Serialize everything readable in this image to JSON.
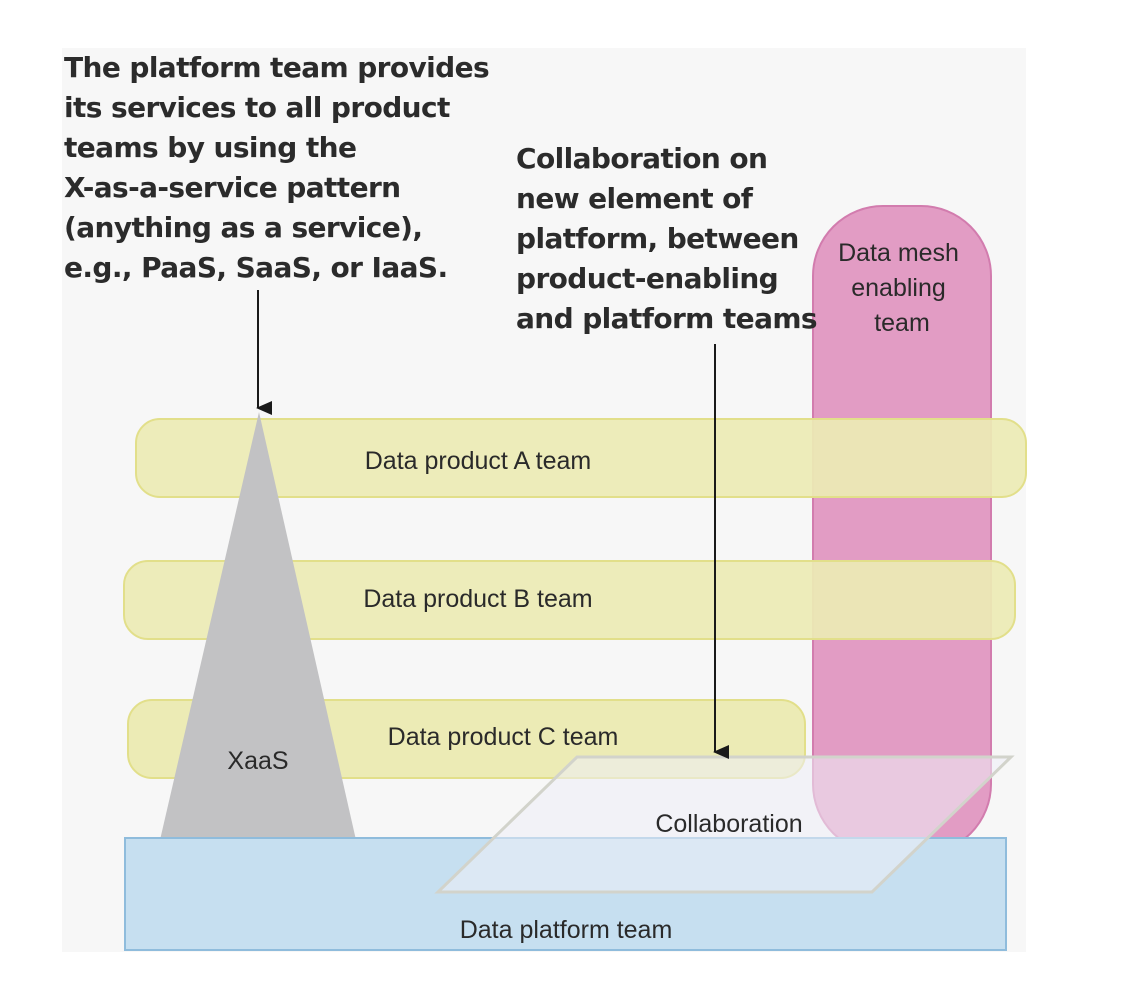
{
  "callouts": {
    "platform_note": [
      "The platform team provides",
      "its services to all product",
      "teams by using the",
      "X-as-a-service pattern",
      "(anything as a service),",
      "e.g., PaaS, SaaS, or IaaS."
    ],
    "collaboration_note": [
      "Collaboration on",
      "new element of",
      "platform, between",
      "product-enabling",
      "and platform teams"
    ]
  },
  "teams": {
    "enabling": [
      "Data mesh",
      "enabling",
      "team"
    ],
    "product_a": "Data product A team",
    "product_b": "Data product B team",
    "product_c": "Data product C team",
    "platform": "Data platform team"
  },
  "labels": {
    "xaas": "XaaS",
    "collaboration": "Collaboration"
  },
  "colors": {
    "background_panel": "#f7f7f7",
    "product_band": "#ecebb5",
    "product_band_stroke": "#e2df8a",
    "enabling_team": "#e29cc4",
    "enabling_team_stroke": "#d27cae",
    "xaas_triangle": "#c2c2c4",
    "platform_band": "#c6dff0",
    "platform_band_stroke": "#8fbcdc",
    "collaboration_plane": "#eeeef7",
    "collaboration_stroke": "#d2d3cb",
    "arrow": "#1a1a1a"
  }
}
